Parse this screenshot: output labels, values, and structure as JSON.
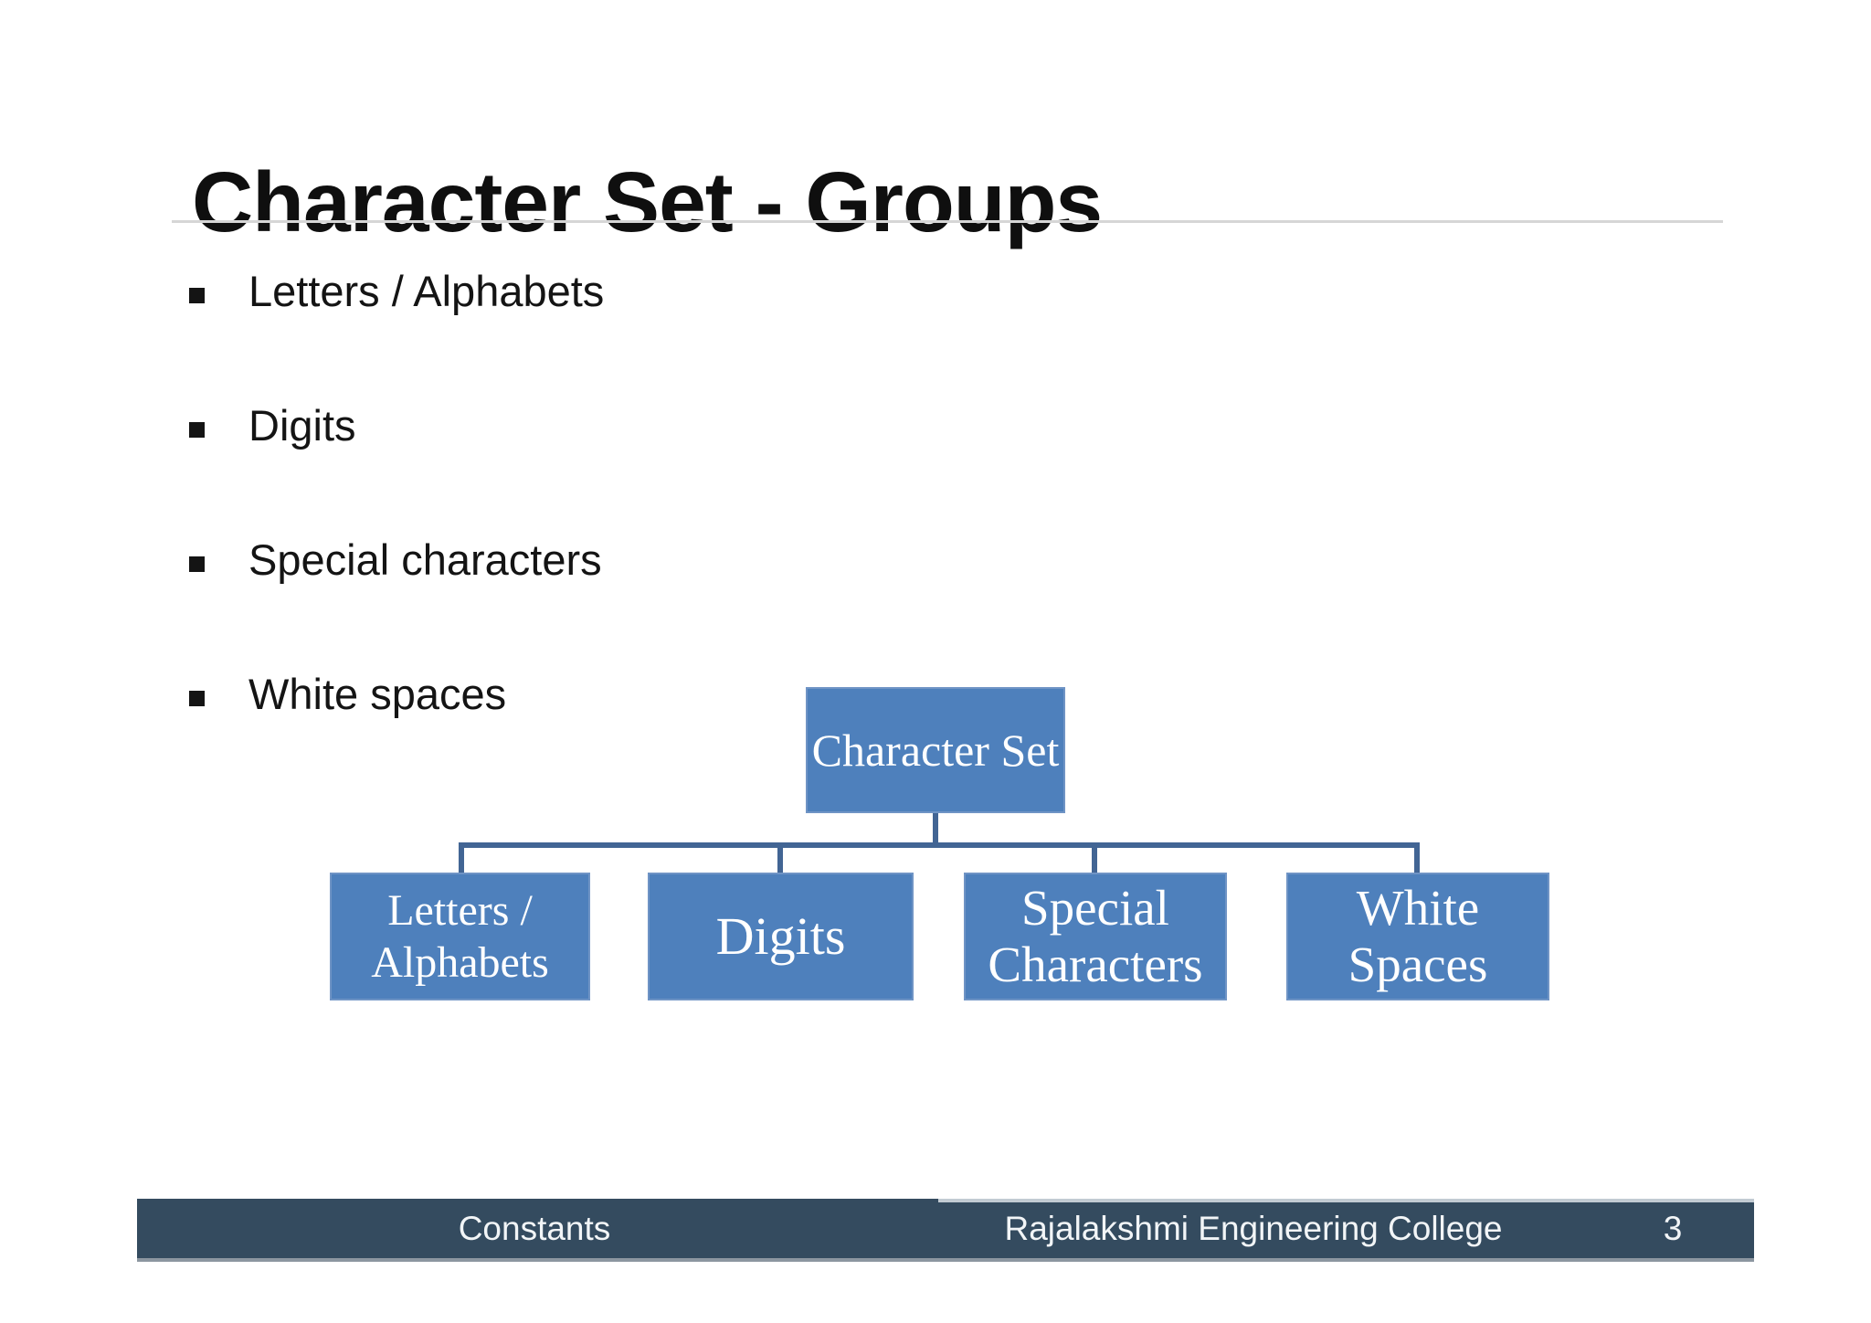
{
  "slide": {
    "title": "Character Set - Groups",
    "bullets": [
      "Letters / Alphabets",
      "Digits",
      "Special characters",
      "White spaces"
    ]
  },
  "diagram": {
    "root": "Character Set",
    "children": [
      "Letters / Alphabets",
      "Digits",
      "Special Characters",
      "White Spaces"
    ]
  },
  "footer": {
    "left": "Constants",
    "center": "Rajalakshmi Engineering College",
    "page_number": "3"
  },
  "colors": {
    "node_fill": "#4e80bc",
    "node_border": "#6f94c5",
    "node_text": "#ffffff",
    "connector": "#426594",
    "footer_bar": "#344b5f",
    "footer_text": "#f2f5f7",
    "title_text": "#0f0f0f",
    "divider": "#d6d6d6"
  }
}
